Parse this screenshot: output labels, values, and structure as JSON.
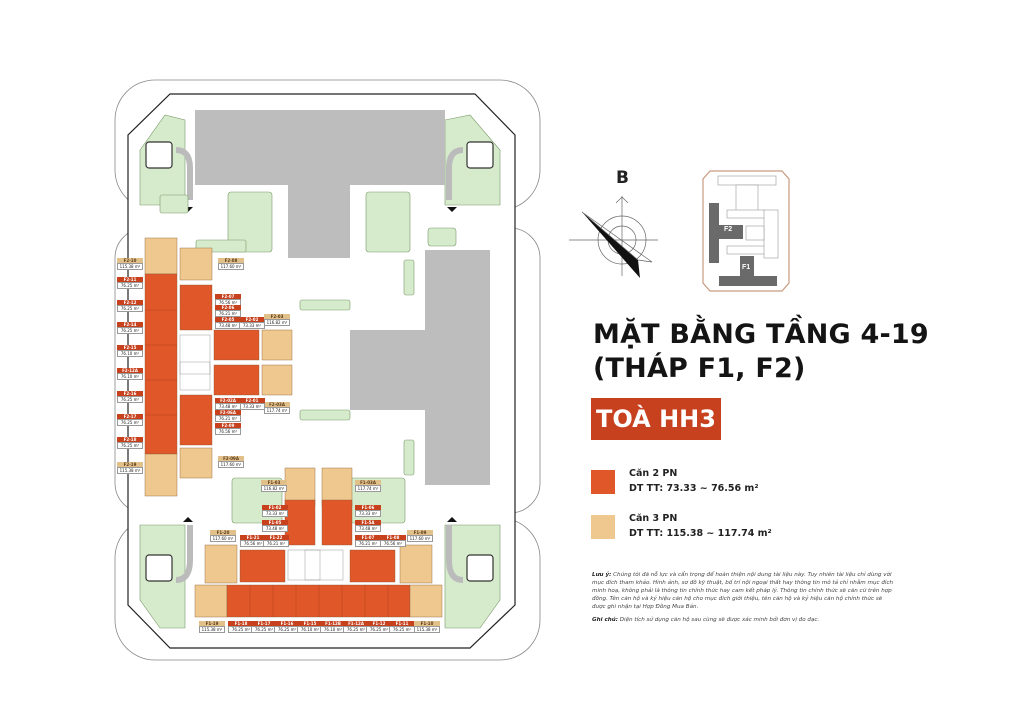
{
  "title": {
    "line1": "MẶT BẰNG TẦNG 4-19",
    "line2": "(THÁP F1, F2)",
    "building": "TOÀ HH3"
  },
  "compass": {
    "north_label": "B"
  },
  "keyplan": {
    "towers": [
      "F2",
      "F1"
    ]
  },
  "legend": [
    {
      "name": "Căn 2 PN",
      "area": "DT TT: 73.33 ~ 76.56 m²",
      "color": "#e0582a"
    },
    {
      "name": "Căn 3 PN",
      "area": "DT TT:  115.38 ~ 117.74 m²",
      "color": "#efc88f"
    }
  ],
  "notes": {
    "disclaimer_label": "Lưu ý:",
    "disclaimer_text": "Chúng tôi đã nỗ lực và cẩn trọng để hoàn thiện nội dung tài liệu này. Tuy nhiên tài liệu chỉ dùng với mục đích tham khảo. Hình ảnh, sơ đồ kỹ thuật, bố trí nội ngoại thất hay thông tin mô tả chỉ nhằm mục đích minh hoạ, không phải là thông tin chính thức hay cam kết pháp lý. Thông tin chính thức sẽ căn cứ trên hợp đồng. Tên căn hộ và ký hiệu căn hộ cho mục đích giới thiệu, tên căn hộ và ký hiệu căn hộ chính thức sẽ được ghi nhận tại Hợp Đồng Mua Bán.",
    "note_label": "Ghi chú:",
    "note_text": "Diện tích sử dụng căn hộ sau cùng sẽ được xác minh bởi đơn vị đo đạc."
  },
  "colors": {
    "two_br": "#e0582a",
    "three_br": "#efc88f",
    "badge": "#c7411f",
    "greenery": "#d6ebcc",
    "building_grey": "#bdbdbd"
  },
  "units": {
    "west_column": [
      {
        "code": "F2-10",
        "area": "115.38 m²",
        "type": "b"
      },
      {
        "code": "F2-11",
        "area": "76.25 m²",
        "type": "o"
      },
      {
        "code": "F2-12",
        "area": "76.25 m²",
        "type": "o"
      },
      {
        "code": "F2-14",
        "area": "76.25 m²",
        "type": "o"
      },
      {
        "code": "F2-15",
        "area": "76.10 m²",
        "type": "o"
      },
      {
        "code": "F2-12A",
        "area": "76.10 m²",
        "type": "o"
      },
      {
        "code": "F2-16",
        "area": "76.25 m²",
        "type": "o"
      },
      {
        "code": "F2-17",
        "area": "76.25 m²",
        "type": "o"
      },
      {
        "code": "F2-18",
        "area": "76.25 m²",
        "type": "o"
      },
      {
        "code": "F2-19",
        "area": "115.38 m²",
        "type": "b"
      }
    ],
    "inner_f2": [
      {
        "code": "F2-08",
        "area": "117.60 m²",
        "type": "b"
      },
      {
        "code": "F2-07",
        "area": "76.56 m²",
        "type": "o"
      },
      {
        "code": "F2-06",
        "area": "76.21 m²",
        "type": "o"
      },
      {
        "code": "F2-05",
        "area": "73.48 m²",
        "type": "o"
      },
      {
        "code": "F2-02",
        "area": "73.33 m²",
        "type": "o"
      },
      {
        "code": "F2-03",
        "area": "116.82 m²",
        "type": "b"
      },
      {
        "code": "F2-03A",
        "area": "117.74 m²",
        "type": "b"
      },
      {
        "code": "F2-01",
        "area": "73.33 m²",
        "type": "o"
      },
      {
        "code": "F2-02A",
        "area": "73.48 m²",
        "type": "o"
      },
      {
        "code": "F2-06A",
        "area": "76.21 m²",
        "type": "o"
      },
      {
        "code": "F2-09",
        "area": "76.56 m²",
        "type": "o"
      },
      {
        "code": "F2-09A",
        "area": "117.60 m²",
        "type": "b"
      }
    ],
    "inner_f1": [
      {
        "code": "F1-03",
        "area": "116.82 m²",
        "type": "b"
      },
      {
        "code": "F1-03A",
        "area": "117.74 m²",
        "type": "b"
      },
      {
        "code": "F1-02",
        "area": "73.33 m²",
        "type": "o"
      },
      {
        "code": "F1-06",
        "area": "73.33 m²",
        "type": "o"
      },
      {
        "code": "F1-05",
        "area": "73.48 m²",
        "type": "o"
      },
      {
        "code": "F1-5A",
        "area": "73.48 m²",
        "type": "o"
      },
      {
        "code": "F1-20",
        "area": "117.60 m²",
        "type": "b"
      },
      {
        "code": "F1-21",
        "area": "76.56 m²",
        "type": "o"
      },
      {
        "code": "F1-22",
        "area": "76.21 m²",
        "type": "o"
      },
      {
        "code": "F1-07",
        "area": "76.21 m²",
        "type": "o"
      },
      {
        "code": "F1-08",
        "area": "76.56 m²",
        "type": "o"
      },
      {
        "code": "F1-09",
        "area": "117.60 m²",
        "type": "b"
      }
    ],
    "south_row": [
      {
        "code": "F1-19",
        "area": "115.38 m²",
        "type": "b"
      },
      {
        "code": "F1-18",
        "area": "76.25 m²",
        "type": "o"
      },
      {
        "code": "F1-17",
        "area": "76.25 m²",
        "type": "o"
      },
      {
        "code": "F1-16",
        "area": "76.25 m²",
        "type": "o"
      },
      {
        "code": "F1-15",
        "area": "76.10 m²",
        "type": "o"
      },
      {
        "code": "F1-12B",
        "area": "76.10 m²",
        "type": "o"
      },
      {
        "code": "F1-12A",
        "area": "76.25 m²",
        "type": "o"
      },
      {
        "code": "F1-12",
        "area": "76.25 m²",
        "type": "o"
      },
      {
        "code": "F1-11",
        "area": "76.25 m²",
        "type": "o"
      },
      {
        "code": "F1-10",
        "area": "115.38 m²",
        "type": "b"
      }
    ]
  }
}
